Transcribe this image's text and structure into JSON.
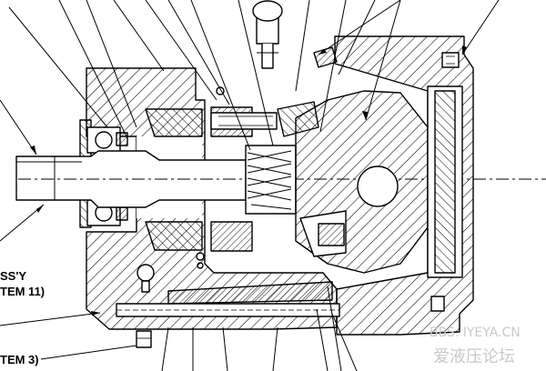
{
  "labels": {
    "assy": "SS'Y",
    "item_11": "TEM 11)",
    "item_3": "TEM 3)"
  },
  "watermark": {
    "url": "BBS. IYEYA.CN",
    "name": "爱液压论坛"
  },
  "colors": {
    "line": "#000000",
    "background": "#ffffff",
    "watermark": "#c9c9c9"
  }
}
